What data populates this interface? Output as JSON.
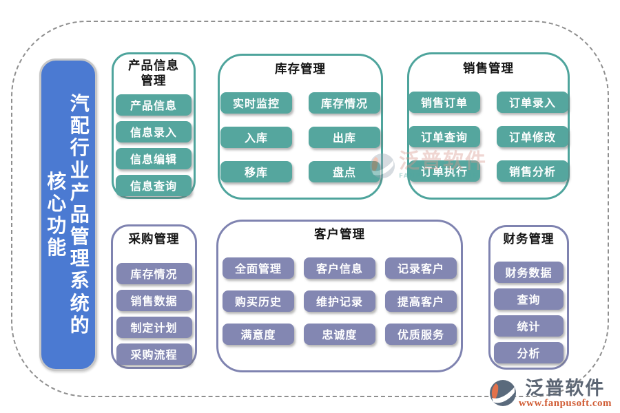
{
  "title_bar": {
    "text_main": "汽配行业产品管理系统的",
    "text_sub": "核心功能"
  },
  "panels": [
    {
      "id": "product-info",
      "title": "产品信息管理",
      "theme": "teal",
      "buttons": [
        "产品信息",
        "信息录入",
        "信息编辑",
        "信息查询"
      ]
    },
    {
      "id": "inventory",
      "title": "库存管理",
      "theme": "teal",
      "buttons": [
        "实时监控",
        "库存情况",
        "入库",
        "出库",
        "移库",
        "盘点"
      ]
    },
    {
      "id": "sales",
      "title": "销售管理",
      "theme": "teal",
      "buttons": [
        "销售订单",
        "订单录入",
        "订单查询",
        "订单修改",
        "订单执行",
        "销售分析"
      ]
    },
    {
      "id": "purchase",
      "title": "采购管理",
      "theme": "purple",
      "buttons": [
        "库存情况",
        "销售数据",
        "制定计划",
        "采购流程"
      ]
    },
    {
      "id": "customer",
      "title": "客户管理",
      "theme": "purple",
      "buttons": [
        "全面管理",
        "客户信息",
        "记录客户",
        "购买历史",
        "维护记录",
        "提高客户",
        "满意度",
        "忠诚度",
        "优质服务"
      ]
    },
    {
      "id": "finance",
      "title": "财务管理",
      "theme": "purple",
      "buttons": [
        "财务数据",
        "查询",
        "统计",
        "分析"
      ]
    }
  ],
  "watermark_center": {
    "brand": "泛普软件",
    "sub": "FANPU SOFTWARE"
  },
  "logo": {
    "brand": "泛普软件",
    "url": "www.fanpusoft.com"
  },
  "colors": {
    "blue": "#4b7ad2",
    "teal": "#55a69e",
    "teal_border": "#4ea49c",
    "purple": "#8387b2",
    "purple_border": "#7f83b0"
  }
}
